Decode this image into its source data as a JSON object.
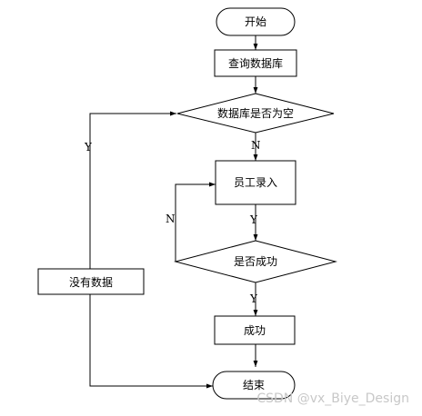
{
  "diagram": {
    "nodes": {
      "start": "开始",
      "query_db": "查询数据库",
      "db_empty_check": "数据库是否为空",
      "employee_entry": "员工录入",
      "success_check": "是否成功",
      "success": "成功",
      "no_data": "没有数据",
      "end": "结束"
    },
    "edge_labels": {
      "db_empty_no": "N",
      "db_empty_yes": "Y",
      "success_check_no": "N",
      "entry_to_check": "Y",
      "success_check_yes": "Y"
    },
    "watermark": "CSDN @vx_Biye_Design"
  }
}
